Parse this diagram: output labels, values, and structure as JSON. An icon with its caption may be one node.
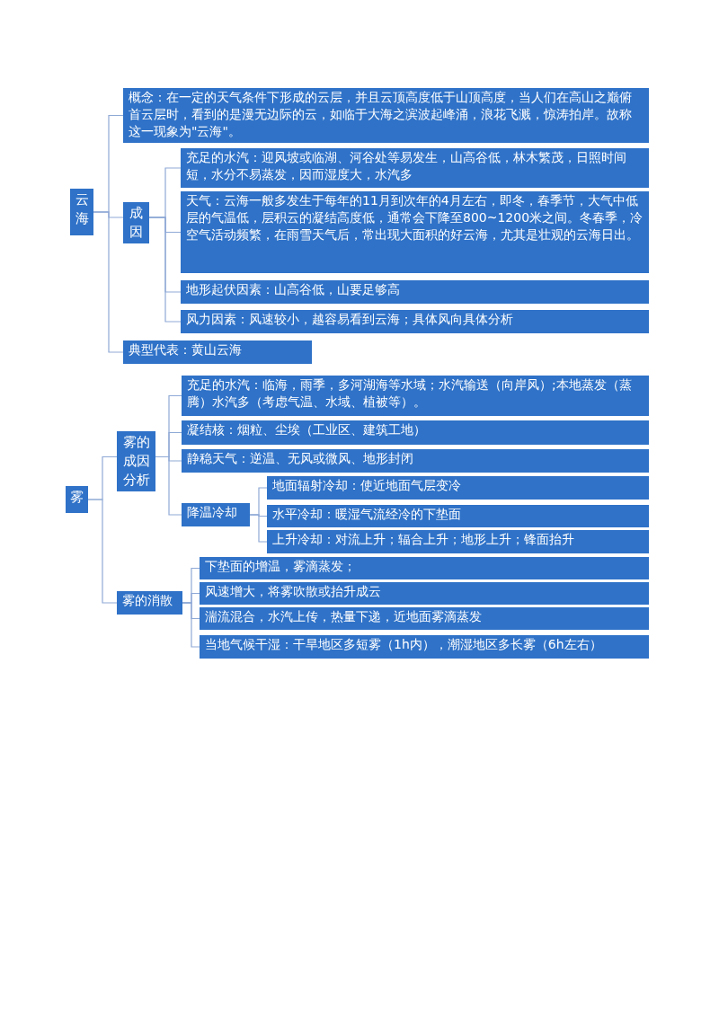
{
  "diagram": {
    "nodes": [
      {
        "text": [
          "云海"
        ]
      },
      {
        "text": [
          "概念：在一定的天气条件下形成的云层，并且云顶高度低于山顶高度，当人们在高山之巅俯首云层时，看到的是漫无边际的云，如临于大海之滨波起峰涌，浪花飞溅，惊涛拍岸。故称这一现象为\"云海\"。"
        ]
      },
      {
        "text": [
          "成因"
        ]
      },
      {
        "text": [
          "充足的水汽：迎风坡或临湖、河谷处等易发生，山高谷低，林木繁茂，日照时间短，水分不易蒸发，因而湿度大，水汽多"
        ]
      },
      {
        "text": [
          "天气：云海一般多发生于每年的11月到次年的4月左右，即冬，春季节，大气中低层的气温低，层积云的凝结高度低，通常会下降至800~1200米之间。冬春季，冷空气活动频繁，在雨雪天气后，常出现大面积的好云海，尤其是壮观的云海日出。"
        ]
      },
      {
        "text": [
          "地形起伏因素：山高谷低，山要足够高"
        ]
      },
      {
        "text": [
          "风力因素：风速较小，越容易看到云海；具体风向具体分析"
        ]
      },
      {
        "text": [
          "典型代表：黄山云海"
        ]
      },
      {
        "text": [
          "雾"
        ]
      },
      {
        "text": [
          "雾的成因分析"
        ]
      },
      {
        "text": [
          "充足的水汽：临海，雨季，多河湖海等水域；水汽输送（向岸风）;本地蒸发（蒸腾）水汽多（考虑气温、水域、植被等）。"
        ]
      },
      {
        "text": [
          "凝结核：烟粒、尘埃（工业区、建筑工地）"
        ]
      },
      {
        "text": [
          "静稳天气：逆温、无风或微风、地形封闭"
        ]
      },
      {
        "text": [
          "降温冷却"
        ]
      },
      {
        "text": [
          "地面辐射冷却：使近地面气层变冷"
        ]
      },
      {
        "text": [
          "水平冷却：暖湿气流经冷的下垫面"
        ]
      },
      {
        "text": [
          "上升冷却：对流上升；辐合上升；地形上升；锋面抬升"
        ]
      },
      {
        "text": [
          "雾的消散"
        ]
      },
      {
        "text": [
          "下垫面的增温，雾滴蒸发；"
        ]
      },
      {
        "text": [
          "风速增大，将雾吹散或抬升成云"
        ]
      },
      {
        "text": [
          "湍流混合，水汽上传，热量下递，近地面雾滴蒸发"
        ]
      },
      {
        "text": [
          "当地气候干湿：干旱地区多短雾（1h内），潮湿地区多长雾（6h左右）"
        ]
      }
    ],
    "edges": [
      {
        "from": 0,
        "to": 1,
        "arrow": "none"
      },
      {
        "from": 0,
        "to": 2,
        "arrow": "none"
      },
      {
        "from": 0,
        "to": 7,
        "arrow": "none"
      },
      {
        "from": 2,
        "to": 3,
        "arrow": "none"
      },
      {
        "from": 2,
        "to": 4,
        "arrow": "none"
      },
      {
        "from": 2,
        "to": 5,
        "arrow": "none"
      },
      {
        "from": 2,
        "to": 6,
        "arrow": "none"
      },
      {
        "from": 8,
        "to": 9,
        "arrow": "none"
      },
      {
        "from": 8,
        "to": 17,
        "arrow": "none"
      },
      {
        "from": 9,
        "to": 10,
        "arrow": "none"
      },
      {
        "from": 9,
        "to": 11,
        "arrow": "none"
      },
      {
        "from": 9,
        "to": 12,
        "arrow": "none"
      },
      {
        "from": 9,
        "to": 13,
        "arrow": "none"
      },
      {
        "from": 13,
        "to": 14,
        "arrow": "none"
      },
      {
        "from": 13,
        "to": 15,
        "arrow": "none"
      },
      {
        "from": 13,
        "to": 16,
        "arrow": "none"
      },
      {
        "from": 17,
        "to": 18,
        "arrow": "none"
      },
      {
        "from": 17,
        "to": 19,
        "arrow": "none"
      },
      {
        "from": 17,
        "to": 20,
        "arrow": "none"
      },
      {
        "from": 17,
        "to": 21,
        "arrow": "none"
      }
    ]
  }
}
